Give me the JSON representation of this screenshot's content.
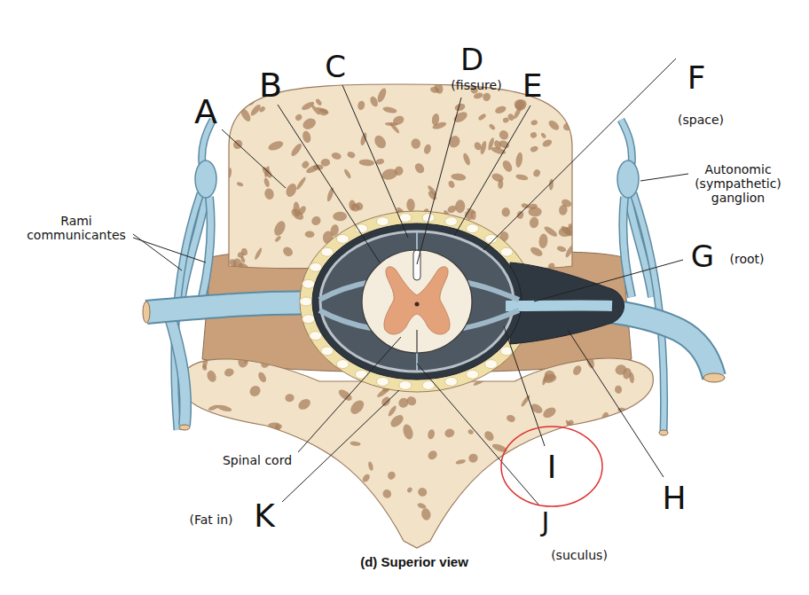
{
  "diagram": {
    "caption": "(d) Superior view",
    "labels": [
      "A",
      "B",
      "C",
      "D",
      "(fissure)",
      "E",
      "F",
      "(space)",
      "G",
      "(root)",
      "Rami communicantes",
      "Autonomic (sympathetic) ganglion",
      "Spinal cord",
      "(Fat in)",
      "K",
      "J",
      "(suculus)",
      "I",
      "H"
    ]
  }
}
